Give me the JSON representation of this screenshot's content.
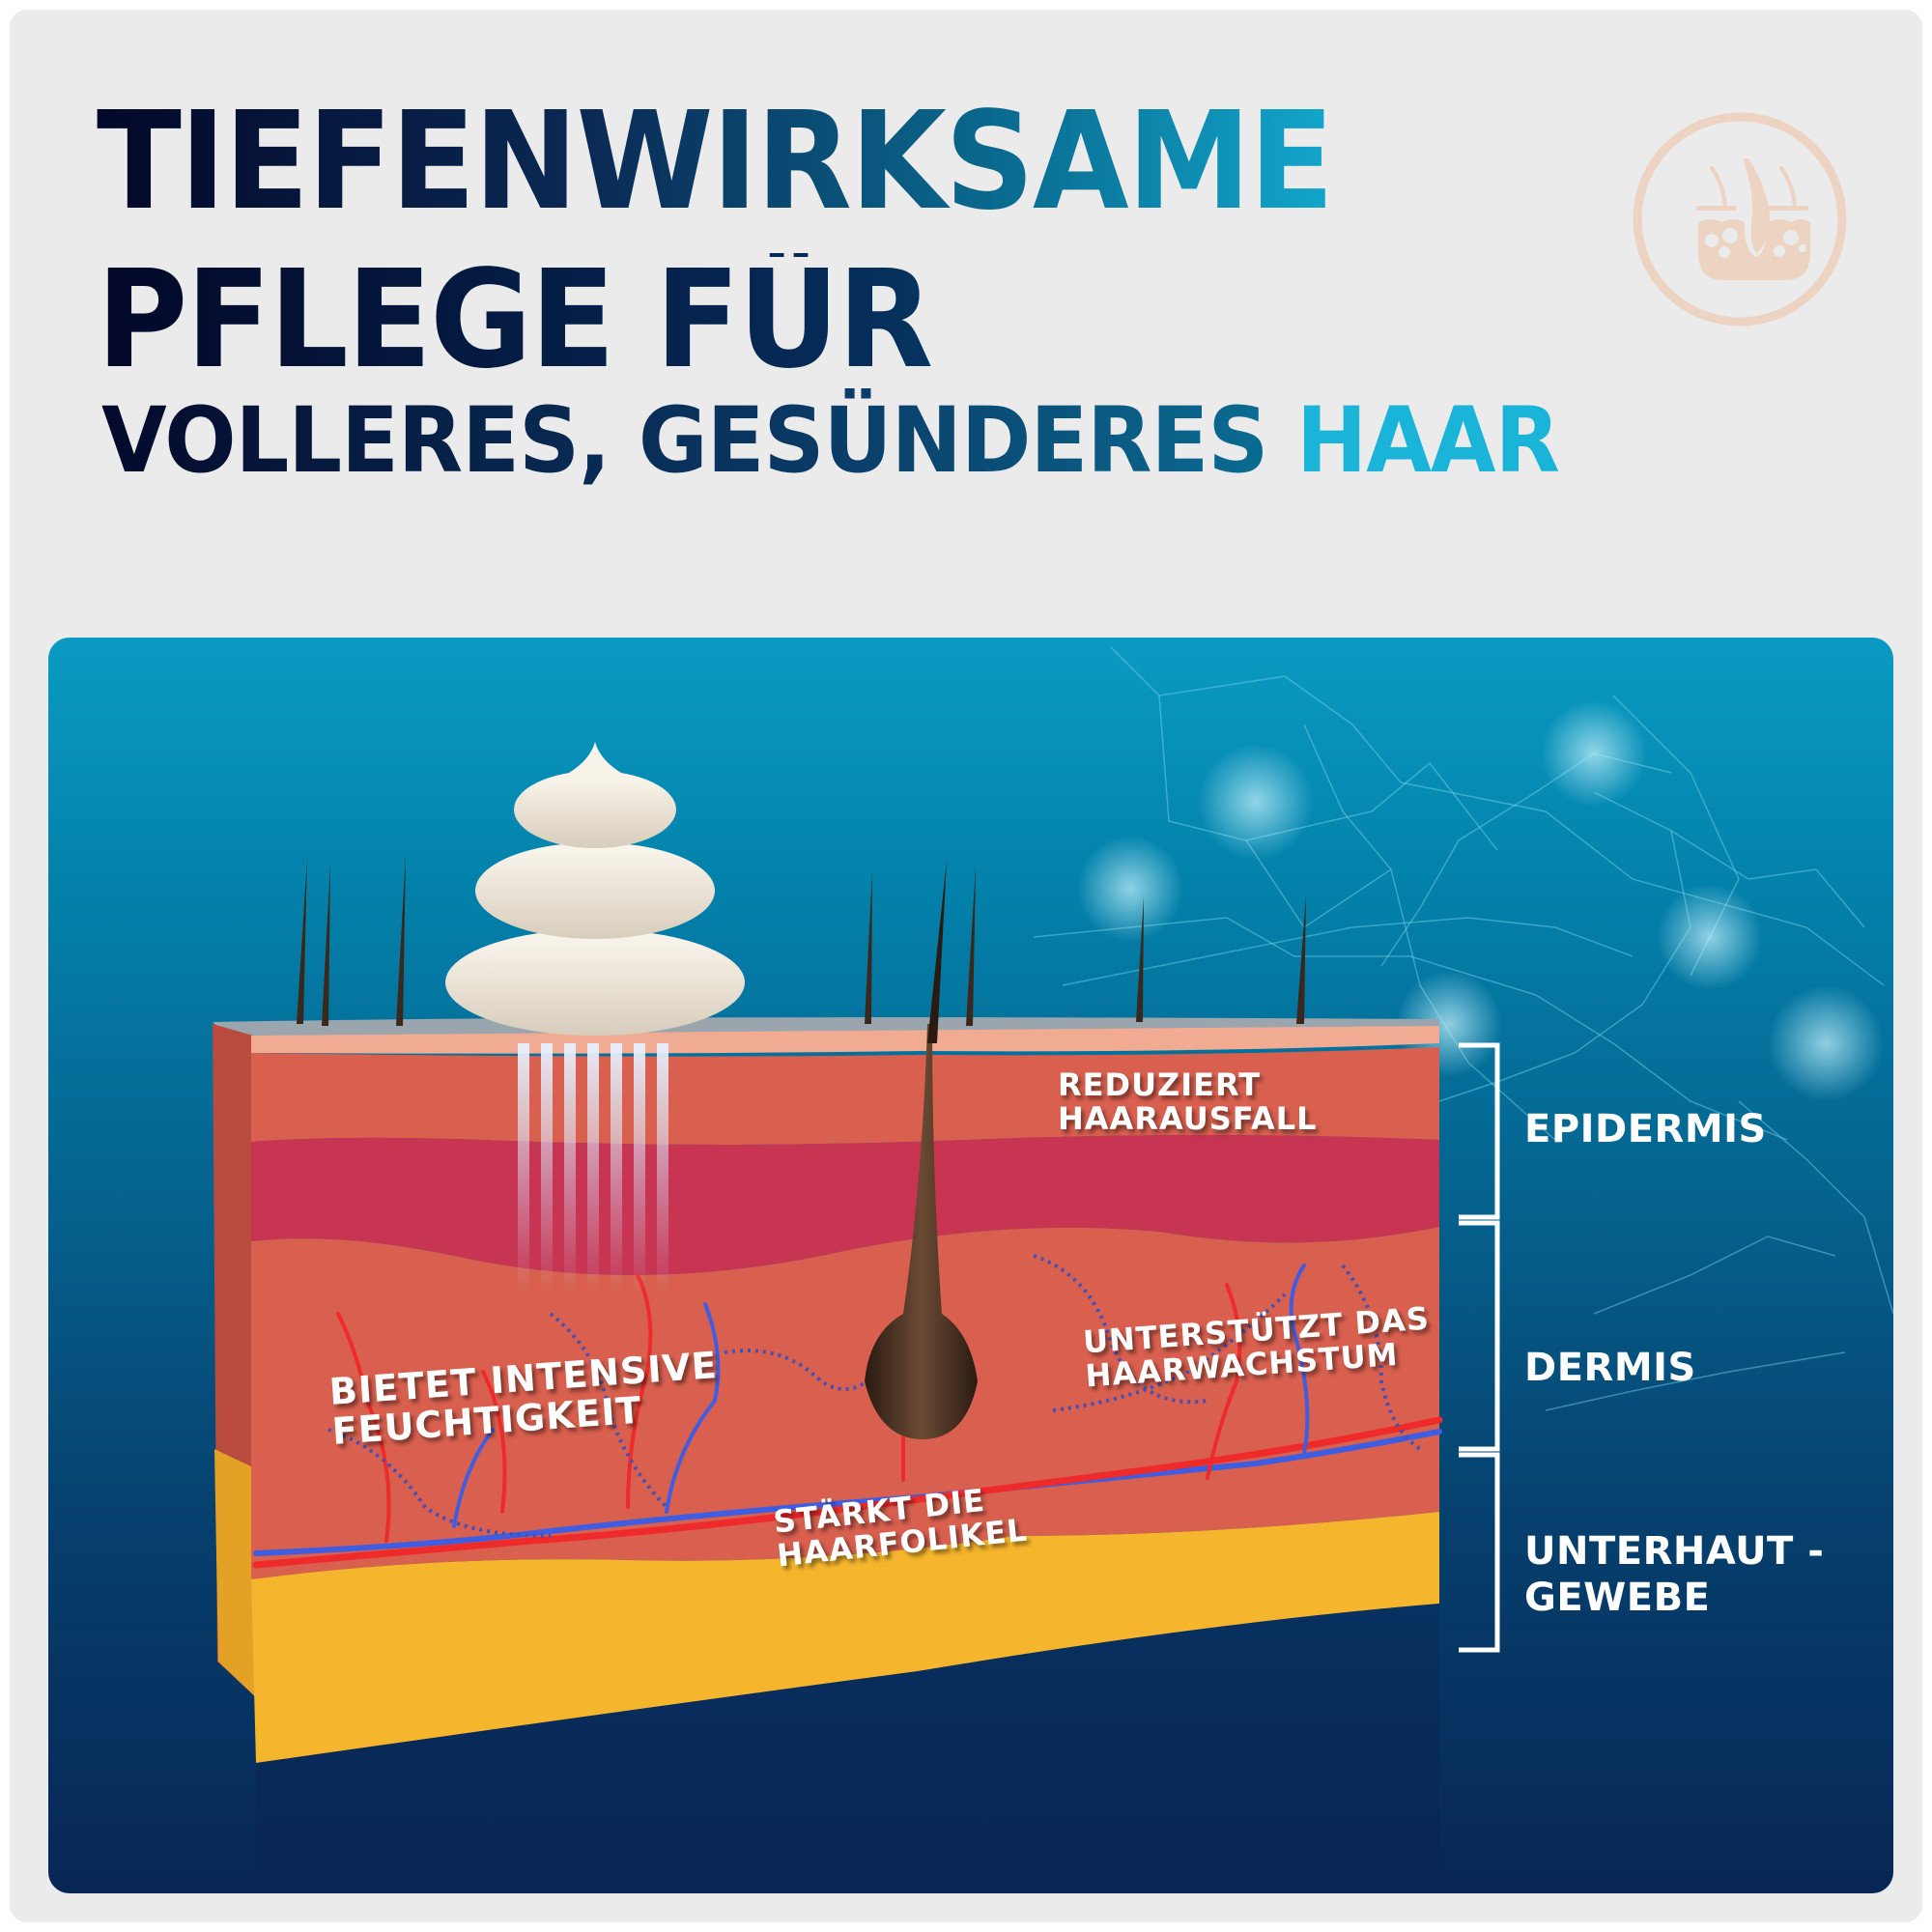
{
  "header": {
    "title_line1": "TIEFENWIRKSAME",
    "title_line2": "PFLEGE FÜR",
    "subtitle_part1": "VOLLERES, GESÜNDERES ",
    "subtitle_part2": "HAAR"
  },
  "badge": {
    "icon": "hair-follicle-icon",
    "color": "#ecd3c2"
  },
  "diagram": {
    "callouts": {
      "top": [
        "REDUZIERT",
        "HAARAUSFALL"
      ],
      "right": [
        "UNTERSTÜTZT DAS",
        "HAARWACHSTUM"
      ],
      "left": [
        "BIETET INTENSIVE",
        "FEUCHTIGKEIT"
      ],
      "bottom": [
        "STÄRKT DIE",
        "HAARFOLIKEL"
      ]
    },
    "layers": [
      {
        "label": "EPIDERMIS"
      },
      {
        "label": "DERMIS"
      },
      {
        "label_line1": "UNTERHAUT -",
        "label_line2": "GEWEBE"
      }
    ]
  },
  "colors": {
    "background": "#ebebeb",
    "accent_cyan": "#1ab4d9",
    "title_dark": "#030829",
    "panel_top": "#0a9bc2",
    "panel_bottom": "#082655",
    "epidermis": "#d9604f",
    "dermis_band": "#c73553",
    "fat": "#f5b52d"
  }
}
